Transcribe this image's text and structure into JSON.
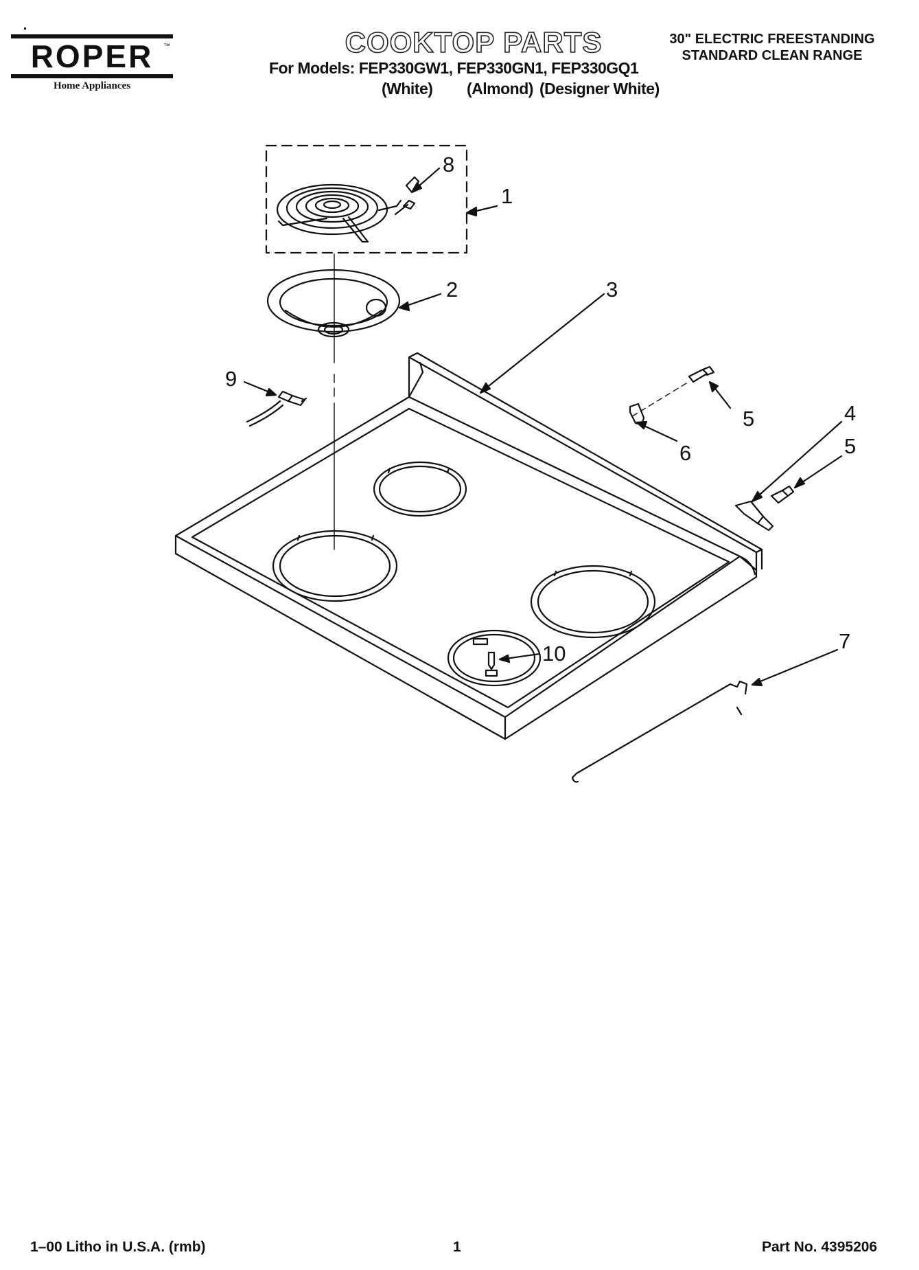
{
  "brand": {
    "name": "ROPER",
    "trademark": "™",
    "tagline": "Home Appliances"
  },
  "header": {
    "title": "COOKTOP PARTS",
    "models_line": "For Models: FEP330GW1, FEP330GN1, FEP330GQ1",
    "color_white": "(White)",
    "color_almond": "(Almond)",
    "color_designer": "(Designer White)",
    "range_line1": "30\" ELECTRIC FREESTANDING",
    "range_line2": "STANDARD CLEAN RANGE"
  },
  "callouts": [
    "1",
    "2",
    "3",
    "4",
    "5",
    "5",
    "6",
    "7",
    "8",
    "9",
    "10"
  ],
  "footer": {
    "litho": "1–00 Litho in U.S.A. (rmb)",
    "page": "1",
    "part_no": "Part No. 4395206"
  }
}
